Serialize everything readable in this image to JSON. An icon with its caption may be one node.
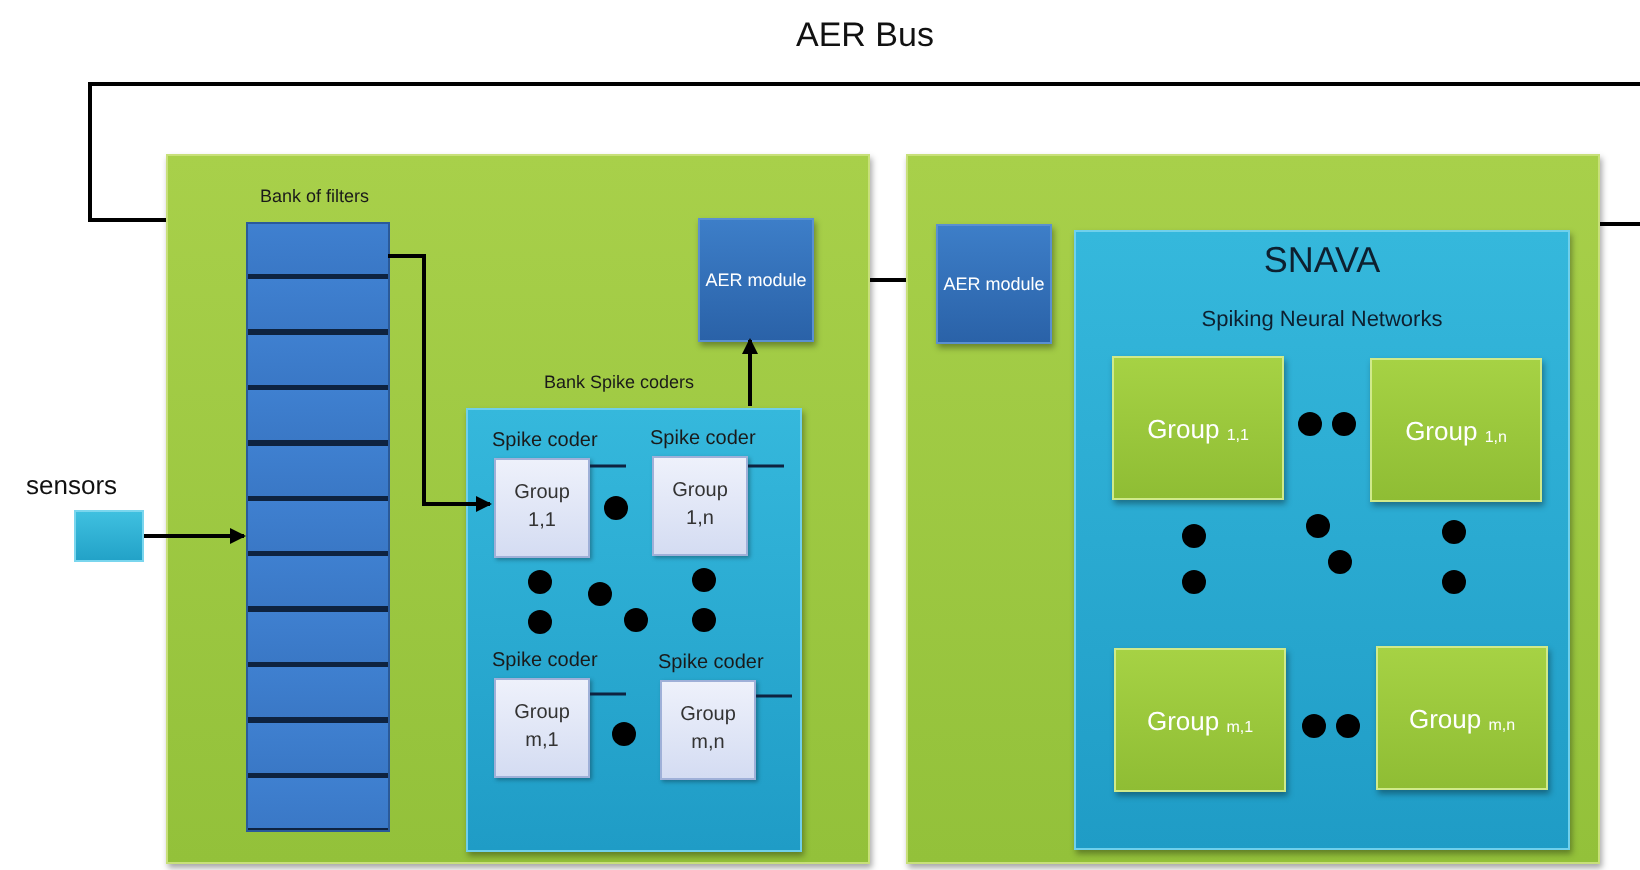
{
  "diagram": {
    "nodes": [
      {
        "text": [],
        "shape": "box"
      },
      {
        "text": [
          "Bank of filters"
        ],
        "in": 0
      },
      {
        "text": [
          "AER module"
        ],
        "in": 0
      },
      {
        "text": [
          "Bank Spike coders"
        ],
        "in": 0
      },
      {
        "text": [
          "Spike coder",
          "Group 1,1"
        ],
        "in": 3
      },
      {
        "text": [
          "Spike coder",
          "Group 1,n"
        ],
        "in": 3
      },
      {
        "text": [
          "Spike coder",
          "Group m,1"
        ],
        "in": 3
      },
      {
        "text": [
          "Spike coder",
          "Group m,n"
        ],
        "in": 3
      },
      {
        "text": [],
        "shape": "box",
        "beside": [
          "sensors"
        ]
      },
      {
        "text": [],
        "shape": "box"
      },
      {
        "text": [
          "AER module"
        ],
        "in": 9
      },
      {
        "text": [
          "SNAVA",
          "Spiking Neural Networks"
        ],
        "in": 9
      },
      {
        "text": [
          "Group $_{1,1}$"
        ],
        "in": 11
      },
      {
        "text": [
          "Group $_{1,n}$"
        ],
        "in": 11
      },
      {
        "text": [
          "Group $_{m,1}$"
        ],
        "in": 11
      },
      {
        "text": [
          "Group $_{m,n}$"
        ],
        "in": 11
      }
    ],
    "edges": [
      {
        "from": 8,
        "to": 1,
        "arrow": "to"
      },
      {
        "from": 1,
        "to": 4,
        "arrow": "to"
      },
      {
        "from": 3,
        "to": 2,
        "arrow": "to"
      },
      {
        "from": 0,
        "to": null,
        "arrow": "none",
        "label": "AER Bus"
      },
      {
        "from": 0,
        "to": 9,
        "arrow": "none"
      },
      {
        "from": 9,
        "to": null,
        "arrow": "none"
      }
    ]
  }
}
